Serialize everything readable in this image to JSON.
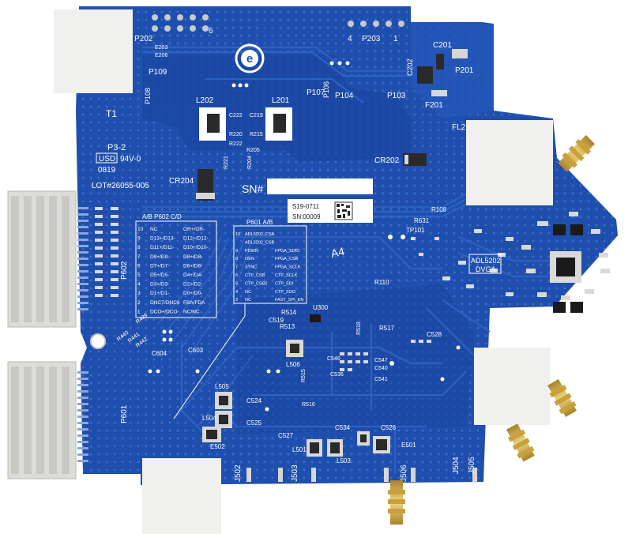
{
  "board": {
    "colors": {
      "pcb": "#1f4fae",
      "pcb_dark": "#163d8c",
      "trace": "#2d63c4",
      "gold": "#d8b04a",
      "connector": "#dcdcd8",
      "white_block": "#f2f2f2"
    },
    "logo_icon": "e-logo-icon",
    "labels": {
      "p202": "P202",
      "p203": "P203",
      "pin4": "4",
      "pin1": "1",
      "pin6": "6",
      "e203": "E203",
      "e206": "E206",
      "p109": "P109",
      "p108": "P108",
      "p107": "P107",
      "p106": "P106",
      "p104": "P104",
      "p103": "P103",
      "c201": "C201",
      "c202": "C202",
      "p201": "P201",
      "f201": "F201",
      "fl2": "FL2",
      "t1": "T1",
      "p3_2": "P3-2",
      "usd": "USD",
      "v94": "94V-0",
      "date_code": "0819",
      "lot": "LOT#26055-005",
      "l202": "L202",
      "l201": "L201",
      "c222": "C222",
      "c219": "C219",
      "r220": "R220",
      "r215": "R215",
      "r222": "R222",
      "r205": "R205",
      "r221": "R221",
      "r204": "R204",
      "cr204": "CR204",
      "cr202": "CR202",
      "sn": "SN#",
      "sticker_line1": "S19-0711",
      "sticker_line2": "SN:00009",
      "a4": "A4",
      "adl_line1": "ADL5202",
      "adl_line2": "DVGA",
      "r631": "R631",
      "r108": "R108",
      "tp101": "TP101",
      "r110": "R110",
      "r514": "R514",
      "u300": "U300",
      "c519": "C519",
      "r513": "R513",
      "r517": "R517",
      "r518": "R518",
      "c528": "C528",
      "c604": "C604",
      "c603": "C603",
      "l506": "L506",
      "c536": "C536",
      "c546": "C546",
      "c547": "C547",
      "c540": "C540",
      "c541": "C541",
      "r516": "R516",
      "r515": "R515",
      "l505": "L505",
      "l504": "L504",
      "c524": "C524",
      "c525": "C525",
      "e502": "E502",
      "c527": "C527",
      "c534": "C534",
      "c526": "C526",
      "l501": "L501",
      "l503": "L503",
      "e501": "E501",
      "j502": "J502",
      "j503": "J503",
      "j504": "J504",
      "j505": "J505",
      "j506": "J506",
      "p602": "P602",
      "p601": "P601",
      "r442": "R442",
      "r441": "R441",
      "r439": "R439",
      "r440": "R440"
    },
    "table_p602": {
      "title": "A/B P602 C/D",
      "rows": [
        [
          "10",
          "NC",
          "OR+/OR-"
        ],
        [
          "9",
          "D13+/D13-",
          "D12+/D12-"
        ],
        [
          "8",
          "D11+/D11-",
          "D10+/D10-"
        ],
        [
          "7",
          "D9+/D9-",
          "D8+/D8-"
        ],
        [
          "6",
          "D7+/D7-",
          "D6+/D6-"
        ],
        [
          "5",
          "D5+/D5-",
          "D4+/D4-"
        ],
        [
          "4",
          "D3+/D3-",
          "D2+/D2-"
        ],
        [
          "3",
          "D1+/D1-",
          "D0+/D0-"
        ],
        [
          "2",
          "DNCT/DNC6",
          "FBA/FDA"
        ],
        [
          "1",
          "DCO+/DCO-",
          "NC/NC"
        ]
      ]
    },
    "table_p601": {
      "title": "P601 A/B",
      "rows": [
        [
          "10",
          "ADL5202_CSA",
          ""
        ],
        [
          "",
          "ADL5202_CSB",
          ""
        ],
        [
          "9",
          "PDWN",
          "FPGA_SDIO"
        ],
        [
          "8",
          "OEN",
          "FPGA_CSB"
        ],
        [
          "7",
          "SYNC",
          "FPGA_SCLK"
        ],
        [
          "6",
          "CTP_CSB",
          "CTP_SCLK"
        ],
        [
          "5",
          "CTP_CSB2",
          "CTP_SDI"
        ],
        [
          "4",
          "NC",
          "CTP_SDO"
        ],
        [
          "3",
          "NC",
          "FAST_SPI_EN"
        ]
      ]
    }
  }
}
